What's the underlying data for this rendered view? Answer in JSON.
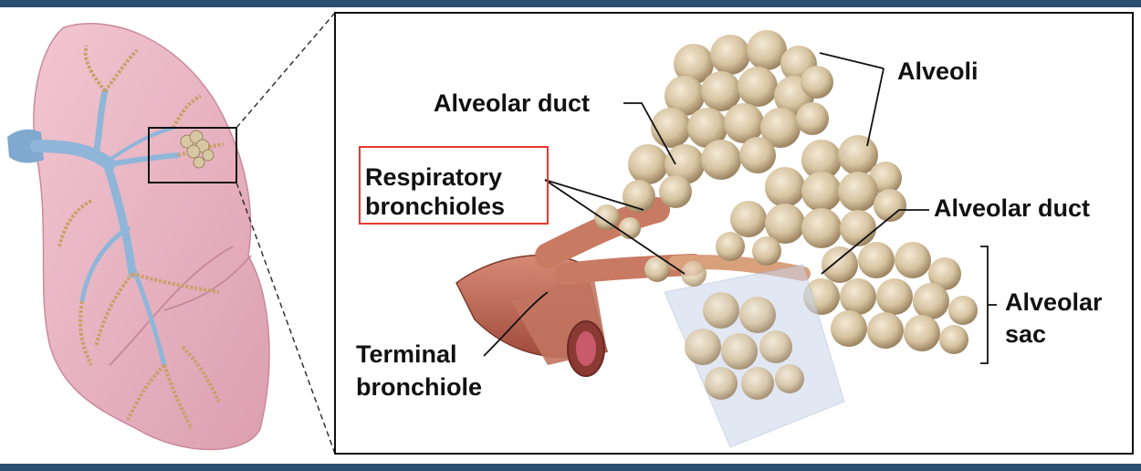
{
  "labels": {
    "alveoli": "Alveoli",
    "alveolar_duct_top": "Alveolar duct",
    "respiratory_line1": "Respiratory",
    "respiratory_line2": "bronchioles",
    "alveolar_duct_right": "Alveolar duct",
    "alveolar_sac_line1": "Alveolar",
    "alveolar_sac_line2": "sac",
    "terminal_line1": "Terminal",
    "terminal_line2": "bronchiole"
  },
  "colors": {
    "frame_bar": "#2b4f6f",
    "highlight_box": "#e53a2c",
    "lung_tissue": "#eab3c3",
    "bronchi": "#8fb6d8",
    "alveoli": "#d9c8a8",
    "muscle": "#b85a4a"
  }
}
